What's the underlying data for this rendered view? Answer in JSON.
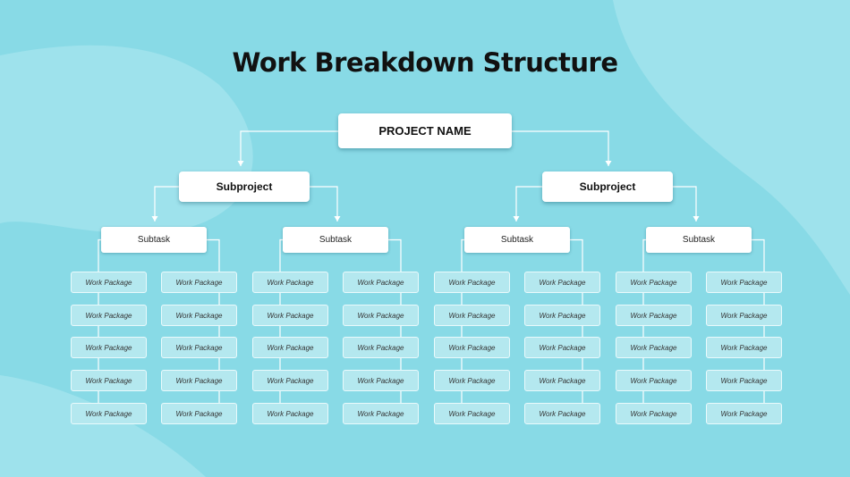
{
  "title": "Work Breakdown Structure",
  "colors": {
    "background": "#88DAE6",
    "connector": "#FFFFFF",
    "work_package_fill": "#B4E8EF"
  },
  "root": {
    "label": "PROJECT NAME"
  },
  "subprojects": [
    {
      "label": "Subproject",
      "subtasks": [
        {
          "label": "Subtask",
          "work_packages": [
            [
              "Work Package",
              "Work Package",
              "Work Package",
              "Work Package",
              "Work Package"
            ],
            [
              "Work Package",
              "Work Package",
              "Work Package",
              "Work Package",
              "Work Package"
            ]
          ]
        },
        {
          "label": "Subtask",
          "work_packages": [
            [
              "Work Package",
              "Work Package",
              "Work Package",
              "Work Package",
              "Work Package"
            ],
            [
              "Work Package",
              "Work Package",
              "Work Package",
              "Work Package",
              "Work Package"
            ]
          ]
        }
      ]
    },
    {
      "label": "Subproject",
      "subtasks": [
        {
          "label": "Subtask",
          "work_packages": [
            [
              "Work Package",
              "Work Package",
              "Work Package",
              "Work Package",
              "Work Package"
            ],
            [
              "Work Package",
              "Work Package",
              "Work Package",
              "Work Package",
              "Work Package"
            ]
          ]
        },
        {
          "label": "Subtask",
          "work_packages": [
            [
              "Work Package",
              "Work Package",
              "Work Package",
              "Work Package",
              "Work Package"
            ],
            [
              "Work Package",
              "Work Package",
              "Work Package",
              "Work Package",
              "Work Package"
            ]
          ]
        }
      ]
    }
  ]
}
